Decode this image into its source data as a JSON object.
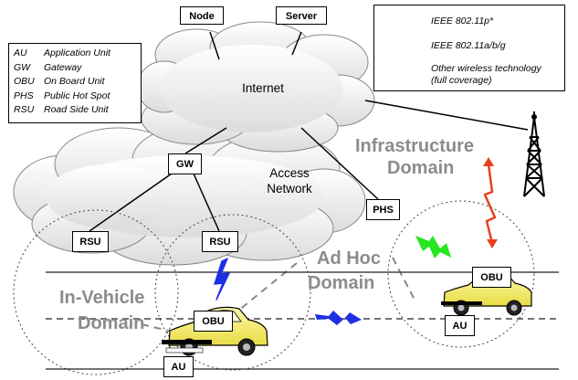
{
  "nodes": {
    "node": "Node",
    "server": "Server",
    "gw": "GW",
    "rsu_left": "RSU",
    "rsu_right": "RSU",
    "phs": "PHS",
    "obu_car1": "OBU",
    "obu_car2": "OBU",
    "au_car1": "AU",
    "au_car2": "AU"
  },
  "clouds": {
    "internet": "Internet",
    "access_network_line1": "Access",
    "access_network_line2": "Network"
  },
  "domains": {
    "infrastructure_line1": "Infrastructure",
    "infrastructure_line2": "Domain",
    "adhoc_line1": "Ad Hoc",
    "adhoc_line2": "Domain",
    "invehicle_line1": "In-Vehicle",
    "invehicle_line2": "Domain"
  },
  "abbreviations": [
    {
      "abbr": "AU",
      "meaning": "Application Unit"
    },
    {
      "abbr": "GW",
      "meaning": "Gateway"
    },
    {
      "abbr": "OBU",
      "meaning": "On Board Unit"
    },
    {
      "abbr": "PHS",
      "meaning": "Public Hot Spot"
    },
    {
      "abbr": "RSU",
      "meaning": "Road Side Unit"
    }
  ],
  "legend": [
    {
      "label": "IEEE 802.11p*",
      "color": "#1f2fe6",
      "icon": "blue-lightning-icon"
    },
    {
      "label": "IEEE 802.11a/b/g",
      "color": "#26e61f",
      "icon": "green-lightning-icon"
    },
    {
      "label_line1": "Other wireless technology",
      "label_line2": "(full coverage)",
      "color": "#e8401e",
      "icon": "red-lightning-icon"
    }
  ],
  "colors": {
    "car_body": "#f5f07a",
    "domain_text": "#8c8c8c",
    "cloud_fill": "#e9e9e9",
    "tower": "#000000"
  }
}
